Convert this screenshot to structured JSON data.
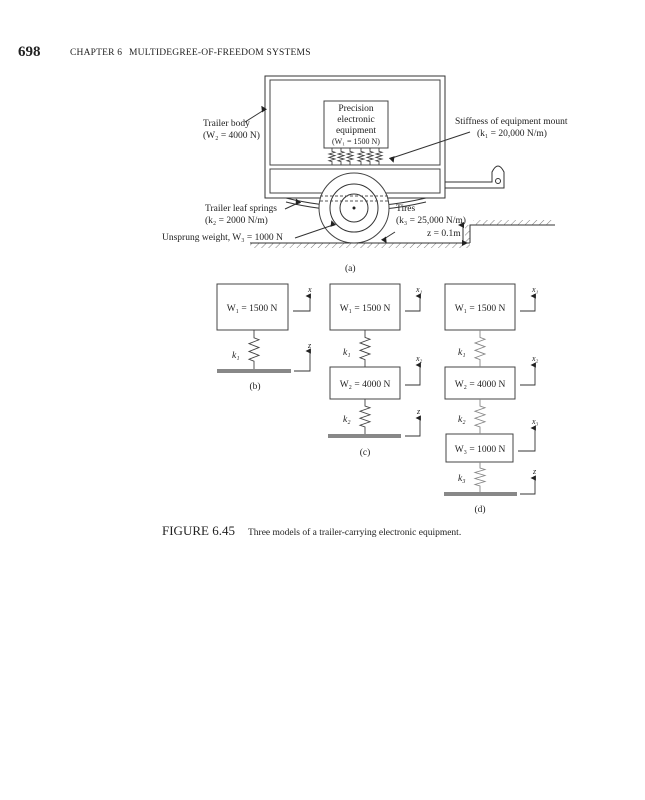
{
  "header": {
    "page_number": "698",
    "chapter": "CHAPTER 6",
    "chapter_title": "MULTIDEGREE-OF-FREEDOM SYSTEMS"
  },
  "figure_a": {
    "trailer_body": "Trailer body",
    "trailer_weight": "(W₂ = 4000 N)",
    "equipment_line1": "Precision",
    "equipment_line2": "electronic",
    "equipment_line3": "equipment",
    "equipment_weight": "(W₁ = 1500 N)",
    "mount_stiffness": "Stiffness of equipment mount",
    "mount_value": "(k₁ = 20,000 N/m)",
    "leaf_springs": "Trailer leaf springs",
    "leaf_value": "(k₂ = 2000 N/m)",
    "unsprung": "Unsprung weight, W₃ = 1000 N",
    "tires": "Tires",
    "tires_value": "(k₃ = 25,000 N/m)",
    "step": "z = 0.1m",
    "label": "(a)"
  },
  "figure_b": {
    "w1": "W₁ = 1500 N",
    "k1": "k₁",
    "x": "x",
    "z": "z",
    "label": "(b)"
  },
  "figure_c": {
    "w1": "W₁ = 1500 N",
    "w2": "W₂ = 4000 N",
    "k1": "k₁",
    "k2": "k₂",
    "x1": "x₁",
    "x2": "x₂",
    "z": "z",
    "label": "(c)"
  },
  "figure_d": {
    "w1": "W₁ = 1500 N",
    "w2": "W₂ = 4000 N",
    "w3": "W₃ = 1000 N",
    "k1": "k₁",
    "k2": "k₂",
    "k3": "k₃",
    "x1": "x₁",
    "x2": "x₂",
    "x3": "x₃",
    "z": "z",
    "label": "(d)"
  },
  "caption": {
    "number": "FIGURE 6.45",
    "text": "Three models of a trailer-carrying electronic equipment."
  }
}
